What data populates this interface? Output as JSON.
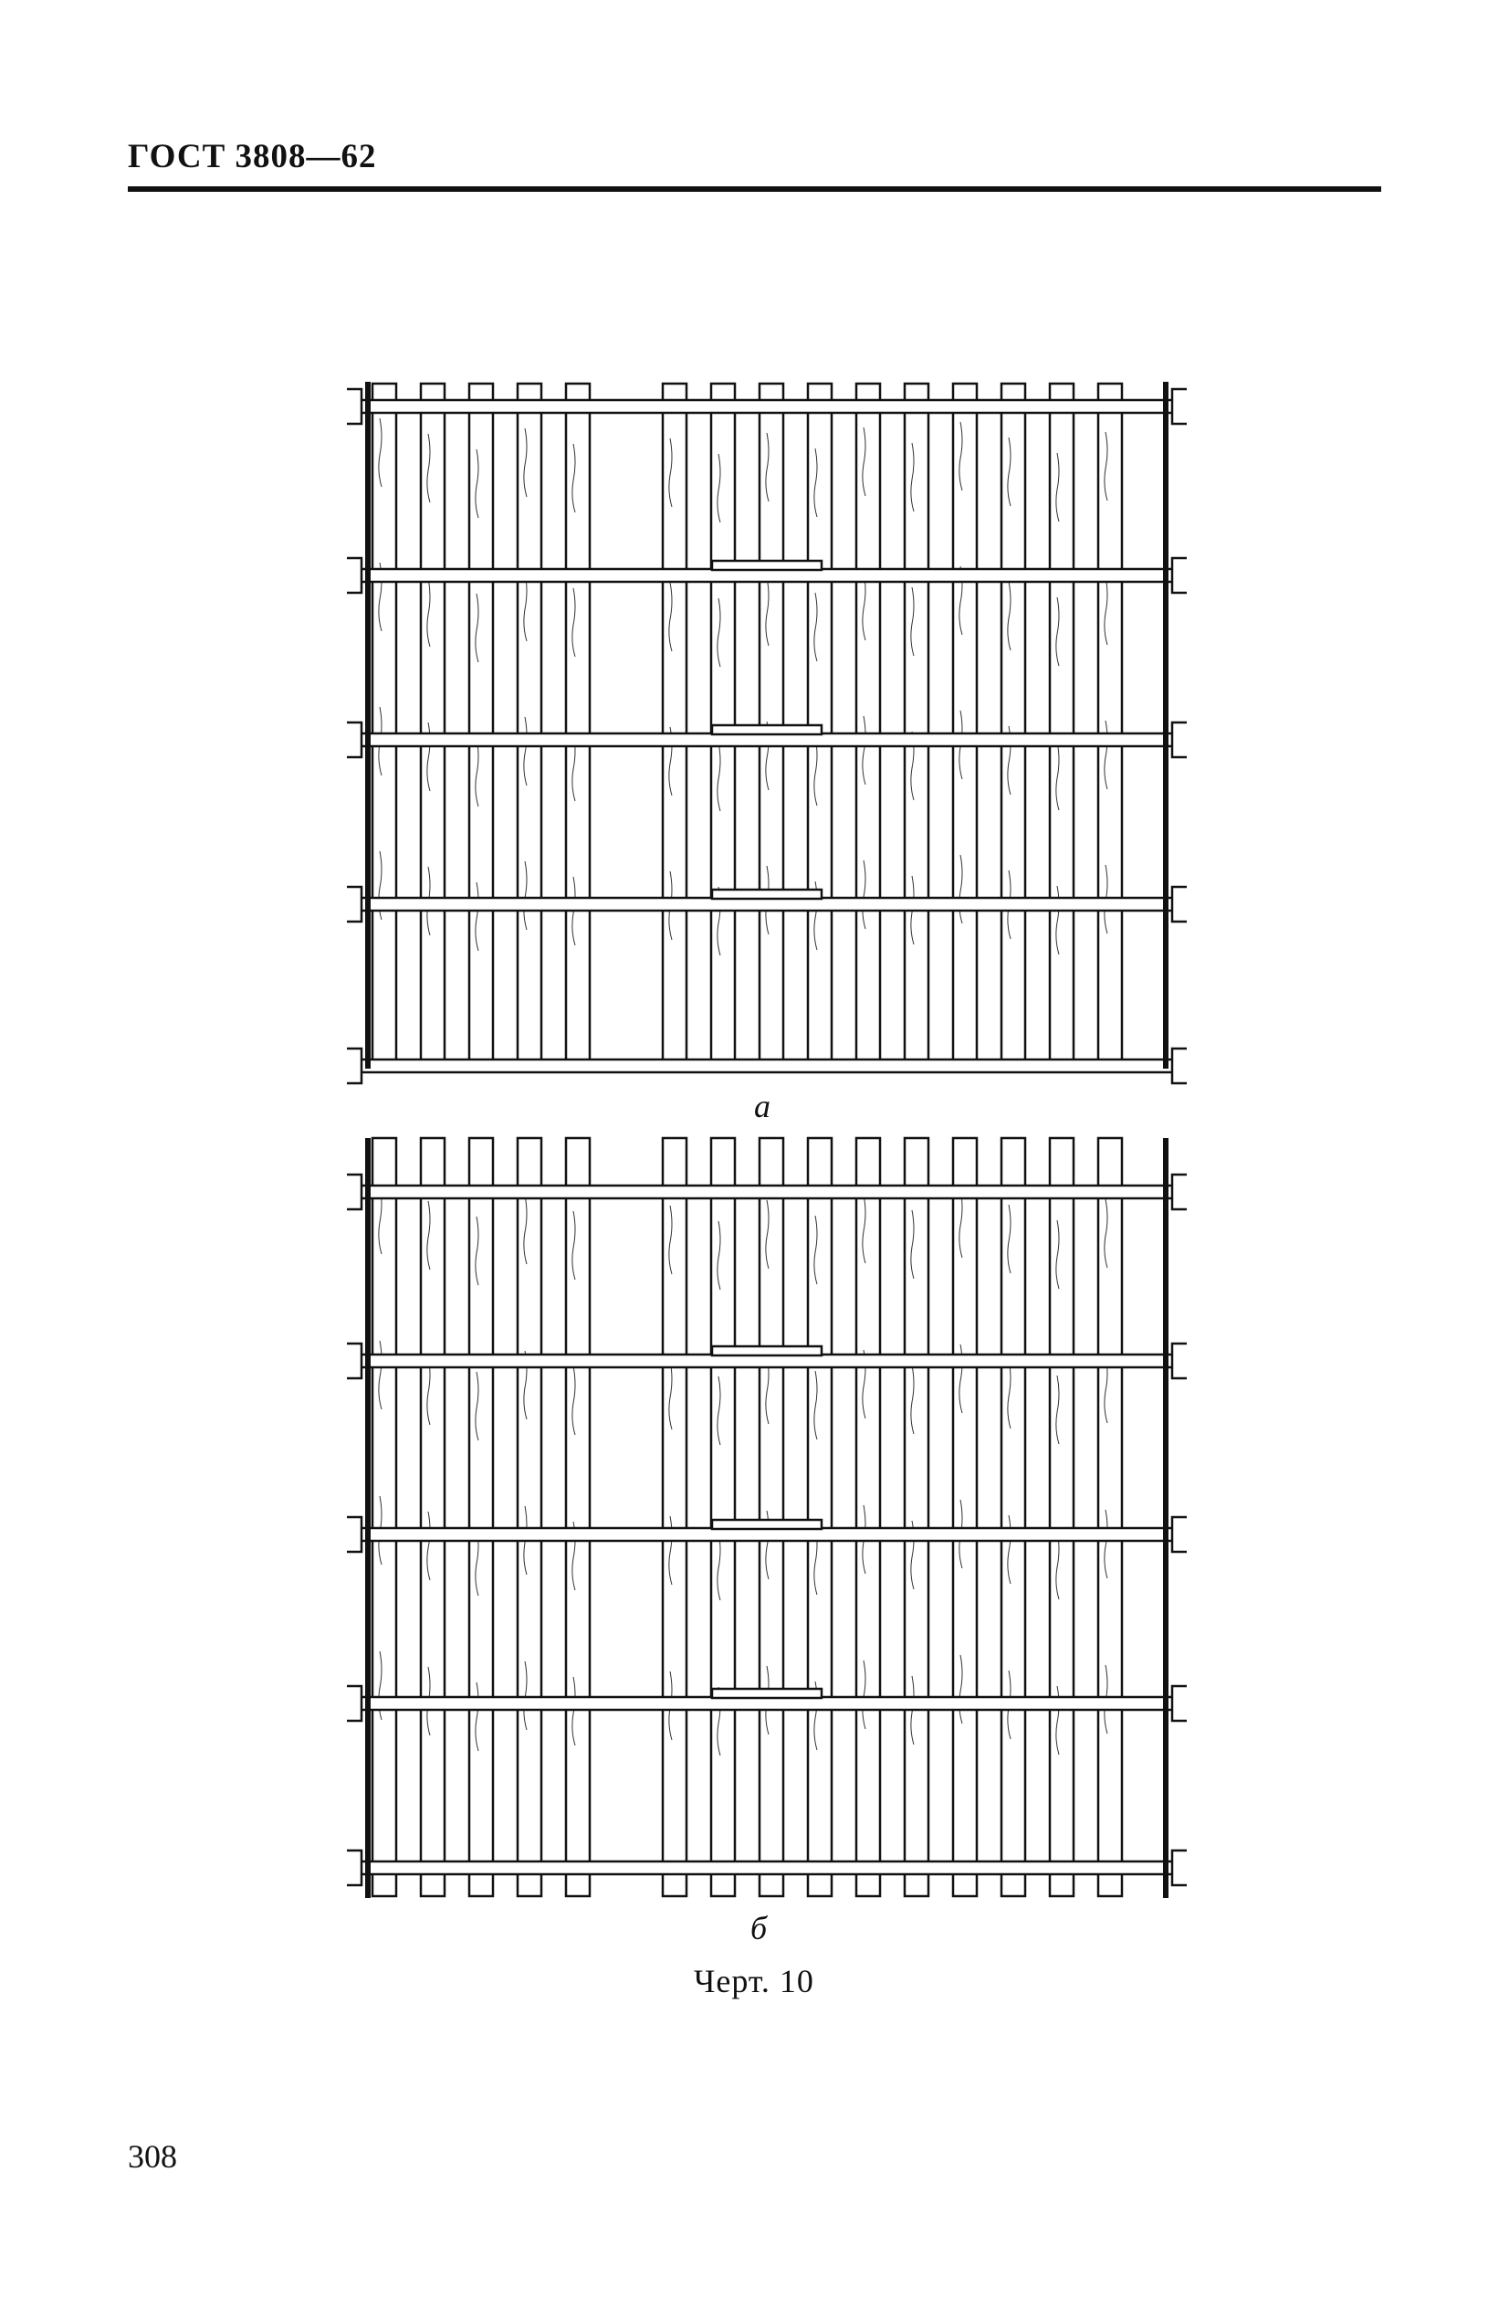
{
  "header": {
    "title": "ГОСТ 3808—62"
  },
  "figure": {
    "sub_a": "а",
    "sub_b": "б",
    "caption": "Черт. 10"
  },
  "page_number": "308"
}
